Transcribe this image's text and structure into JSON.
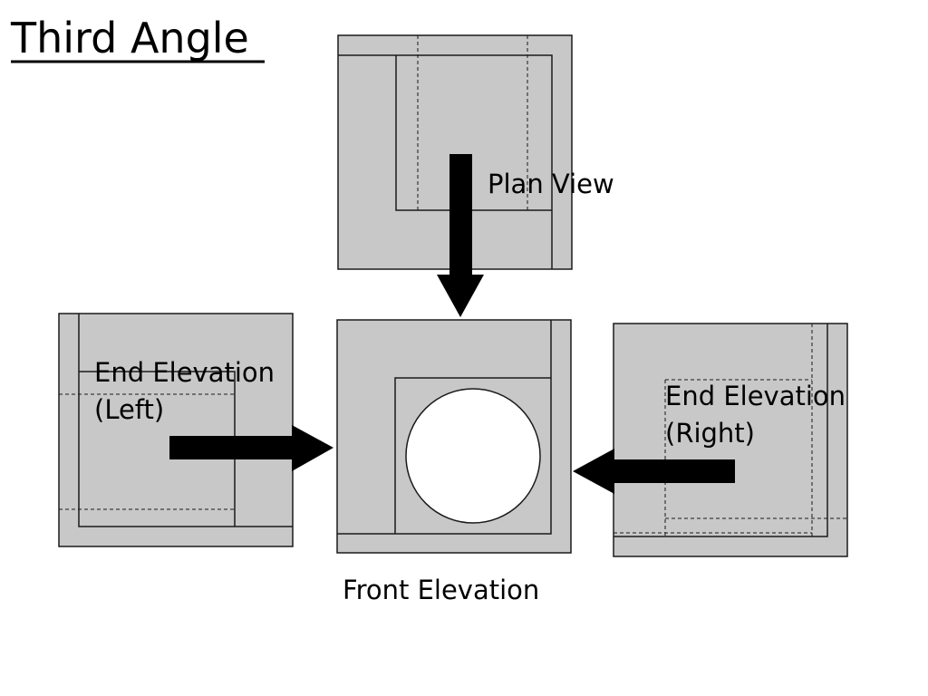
{
  "title": "Third Angle",
  "views": {
    "plan": {
      "label": "Plan View"
    },
    "front": {
      "label": "Front Elevation"
    },
    "end_left": {
      "label_line1": "End Elevation",
      "label_line2": "(Left)"
    },
    "end_right": {
      "label_line1": "End Elevation",
      "label_line2": "(Right)"
    }
  },
  "colors": {
    "panel_fill": "#c8c8c8",
    "line": "#1a1a1a",
    "arrow": "#000000",
    "hole": "#ffffff"
  }
}
